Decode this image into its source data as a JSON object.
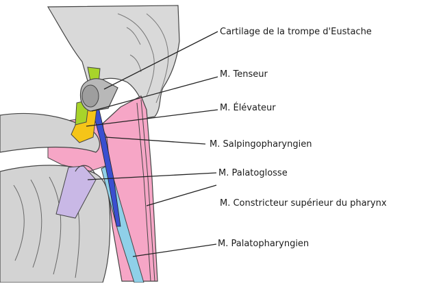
{
  "diagram": {
    "labels": [
      {
        "id": "cartilage",
        "text": "Cartilage de la trompe d'Eustache"
      },
      {
        "id": "tenseur",
        "text": "M. Tenseur"
      },
      {
        "id": "elevateur",
        "text": "M. Élévateur"
      },
      {
        "id": "salpingo",
        "text": "M. Salpingopharyngien"
      },
      {
        "id": "palatoglosse",
        "text": "M. Palatoglosse"
      },
      {
        "id": "constricteur",
        "text": "M. Constricteur supérieur du pharynx"
      },
      {
        "id": "palatopharyngien",
        "text": "M. Palatopharyngien"
      }
    ],
    "colors": {
      "skull": "#d9d9d9",
      "cartilage": "#b8b8b8",
      "tenseur": "#a8d42a",
      "elevateur": "#f5c518",
      "salpingo": "#3a4fd0",
      "palatoglosse": "#c9b8e6",
      "constricteur": "#f6a6c6",
      "palatopharyngien": "#8fd0e8",
      "soft_tissue": "#d3d3d3",
      "outline": "#444444"
    }
  }
}
